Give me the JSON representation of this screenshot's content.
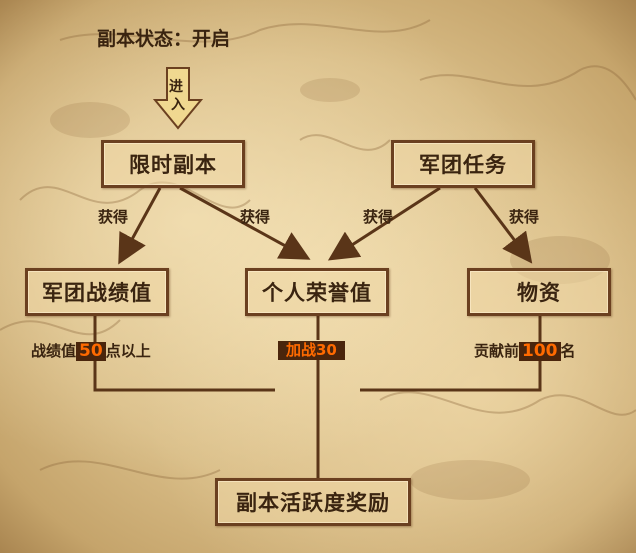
{
  "status": {
    "label": "副本状态：",
    "value": "开启"
  },
  "enter": {
    "line1": "进",
    "line2": "入"
  },
  "sources": {
    "dungeon": "限时副本",
    "legion_task": "军团任务"
  },
  "obtain_label": "获得",
  "rewards": {
    "legion_score": "军团战绩值",
    "honor": "个人荣誉值",
    "supplies": "物资"
  },
  "conditions": {
    "score": {
      "prefix": "战绩值",
      "number": "50",
      "suffix": "点以上"
    },
    "honor": {
      "text": "加战30"
    },
    "supplies": {
      "prefix": "贡献前",
      "number": "100",
      "suffix": "名"
    }
  },
  "final": "副本活跃度奖励",
  "colors": {
    "line": "#5a3518",
    "highlight_bg": "#4a250c",
    "highlight_text": "#ff6a00",
    "arrow_fill": "#f0d890"
  }
}
